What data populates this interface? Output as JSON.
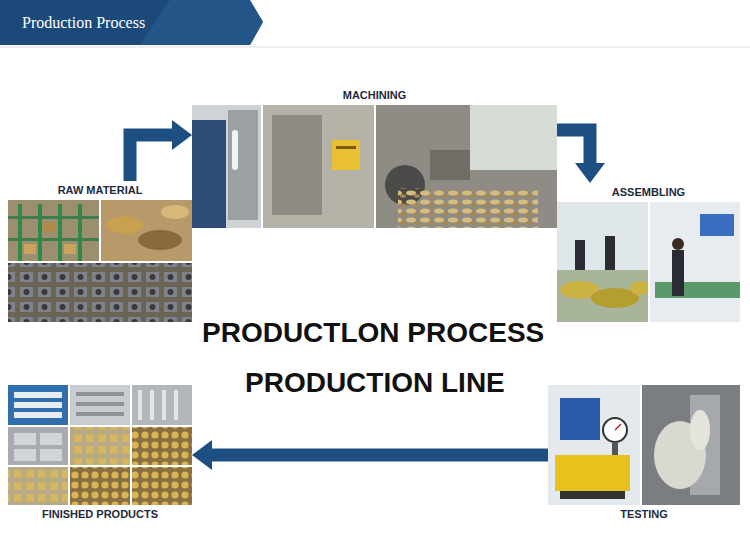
{
  "diagram": {
    "title": "Production Process",
    "nodes": [
      {
        "text": [
          "RAW MATERIAL"
        ]
      },
      {
        "text": [
          "MACHINING"
        ]
      },
      {
        "text": [
          "ASSEMBLING"
        ]
      },
      {
        "text": [
          "TESTING"
        ]
      },
      {
        "text": [
          "FINISHED PRODUCTS"
        ]
      }
    ],
    "edges": [
      {
        "from": 0,
        "to": 1,
        "arrow": "to"
      },
      {
        "from": 1,
        "to": 2,
        "arrow": "to"
      },
      {
        "from": 3,
        "to": 4,
        "arrow": "to"
      }
    ],
    "labels": [
      "PRODUCTLON PROCESS",
      "PRODUCTION LINE"
    ]
  }
}
